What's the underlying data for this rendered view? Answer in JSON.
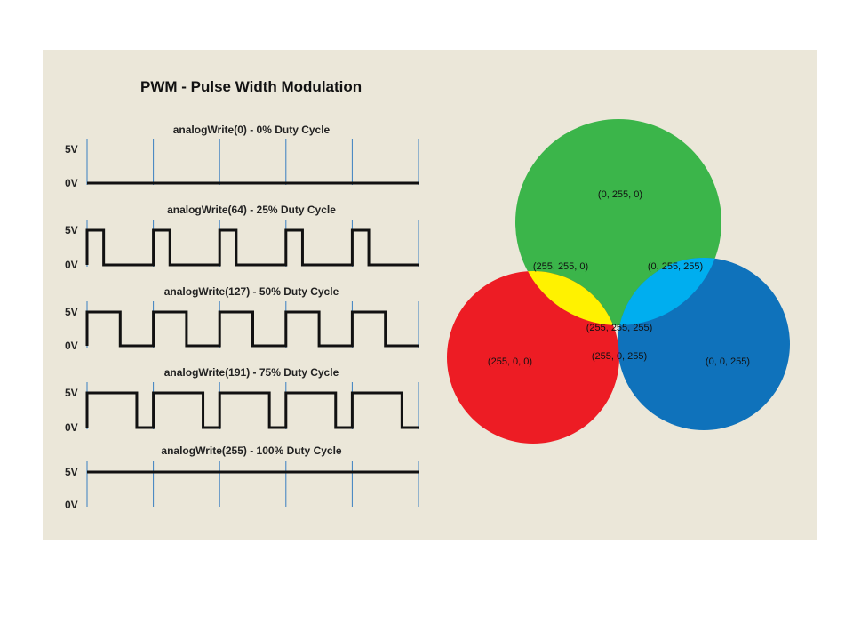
{
  "title": "PWM - Pulse Width Modulation",
  "colors": {
    "panel": "#ebe7d9",
    "signal": "#111111",
    "period_marker": "#3a7fc1",
    "green": "#3bb54a",
    "red": "#ed1c24",
    "blue": "#0f72bb",
    "yellow": "#fff200",
    "cyan": "#00aeef",
    "magenta": "#92278f",
    "white": "#ffffff"
  },
  "waveform_axis": {
    "high_label": "5V",
    "low_label": "0V",
    "periods": 5
  },
  "waveforms": [
    {
      "label": "analogWrite(0) - 0% Duty Cycle",
      "duty": 0
    },
    {
      "label": "analogWrite(64) - 25% Duty Cycle",
      "duty": 0.25
    },
    {
      "label": "analogWrite(127) - 50% Duty Cycle",
      "duty": 0.5
    },
    {
      "label": "analogWrite(191) - 75% Duty Cycle",
      "duty": 0.75
    },
    {
      "label": "analogWrite(255) - 100% Duty Cycle",
      "duty": 1
    }
  ],
  "color_mix": {
    "green": "(0, 255, 0)",
    "red": "(255, 0, 0)",
    "blue": "(0, 0, 255)",
    "yellow": "(255, 255, 0)",
    "cyan": "(0, 255, 255)",
    "magenta": "(255, 0, 255)",
    "white": "(255, 255, 255)"
  }
}
